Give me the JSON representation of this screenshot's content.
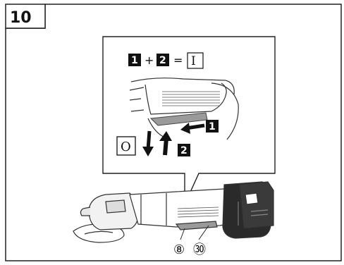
{
  "step_number": "10",
  "formula": {
    "term_1": "1",
    "plus": "+",
    "term_2": "2",
    "equals": "=",
    "result": "I"
  },
  "labels": {
    "off_symbol": "O",
    "push_step": "1",
    "lift_step": "2"
  },
  "callouts": {
    "part_8": "⑧",
    "part_30": "㉚"
  }
}
